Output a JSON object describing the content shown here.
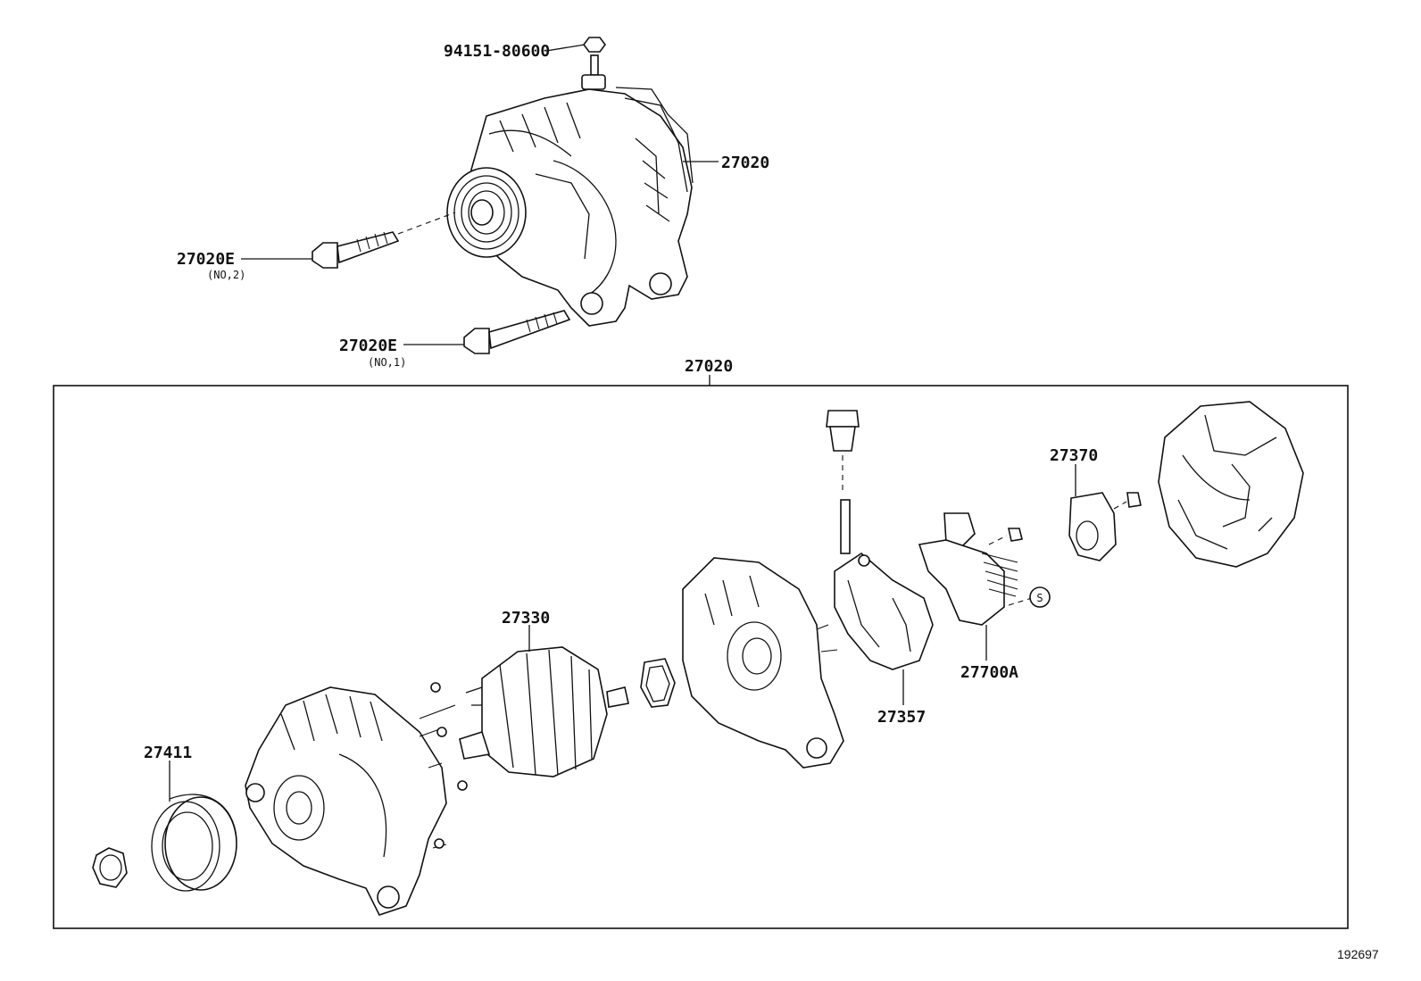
{
  "labels": {
    "nut_top": "94151-80600",
    "alternator_assy": "27020",
    "bolt_no2": "27020E",
    "bolt_no2_note": "(NO,2)",
    "bolt_no1": "27020E",
    "bolt_no1_note": "(NO,1)",
    "kit_group": "27020",
    "brush_holder": "27370",
    "rotor": "27330",
    "regulator": "27700A",
    "rectifier": "27357",
    "pulley": "27411",
    "s_mark": "S"
  },
  "figure_id": "192697"
}
